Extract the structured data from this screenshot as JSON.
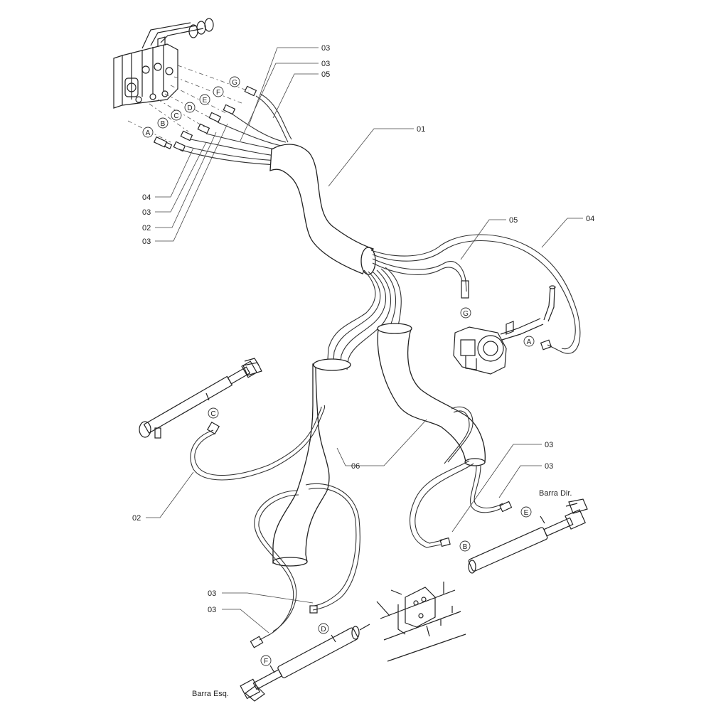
{
  "title": "Hydraulic hose routing - exploded assembly",
  "callouts": {
    "c03_top1": "03",
    "c03_top2": "03",
    "c05_top": "05",
    "c01": "01",
    "c04_left": "04",
    "c03_left1": "03",
    "c02_left": "02",
    "c03_left2": "03",
    "c05_mid": "05",
    "c04_right": "04",
    "c06": "06",
    "c02_low": "02",
    "c03_right1": "03",
    "c03_right2": "03",
    "c03_bottom1": "03",
    "c03_bottom2": "03"
  },
  "connection_markers": {
    "valve": [
      "A",
      "B",
      "C",
      "D",
      "E",
      "F",
      "G"
    ],
    "motor_g": "G",
    "motor_a": "A",
    "cyl_left_c": "C",
    "right_b": "B",
    "right_e": "E",
    "bottom_d": "D",
    "bottom_f": "F"
  },
  "text_labels": {
    "barra_dir": "Barra Dir.",
    "barra_esq": "Barra Esq."
  }
}
